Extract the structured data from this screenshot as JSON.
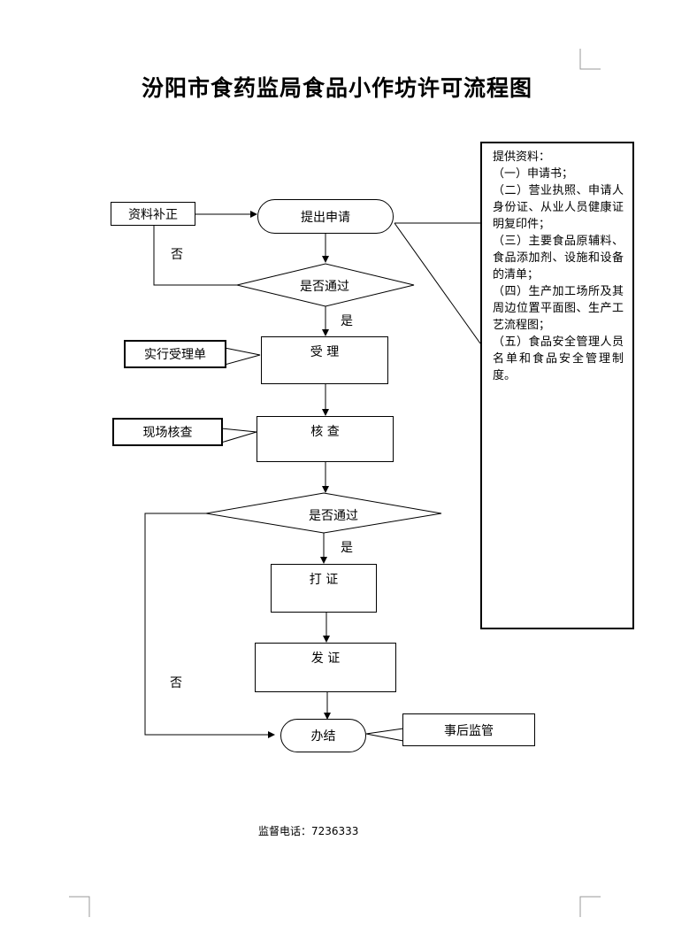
{
  "title": "汾阳市食药监局食品小作坊许可流程图",
  "nodes": {
    "supplement": "资料补正",
    "apply": "提出申请",
    "check1": "是否通过",
    "accept": "受 理",
    "accept_note": "实行受理单",
    "inspect": "核 查",
    "inspect_note": "现场核查",
    "check2": "是否通过",
    "print": "打 证",
    "issue": "发 证",
    "done": "办结",
    "post": "事后监管"
  },
  "labels": {
    "no1": "否",
    "yes1": "是",
    "yes2": "是",
    "no2": "否"
  },
  "materials": {
    "heading": "提供资料：",
    "items": [
      "（一）申请书；",
      "（二）营业执照、申请人身份证、从业人员健康证明复印件；",
      "（三）主要食品原辅料、食品添加剂、设施和设备的清单；",
      "（四）生产加工场所及其周边位置平面图、生产工艺流程图；",
      "（五）食品安全管理人员名单和食品安全管理制度。"
    ]
  },
  "footer": "监督电话：7236333"
}
